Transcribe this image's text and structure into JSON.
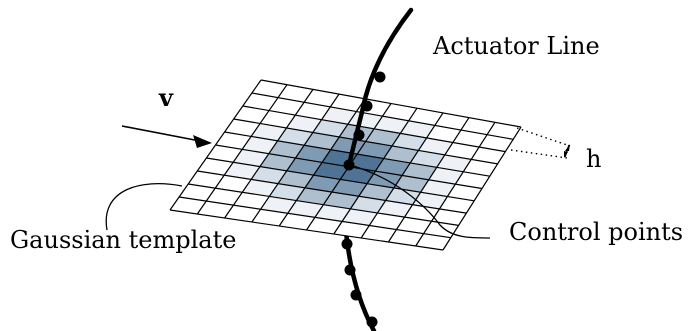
{
  "labels": {
    "actuator_line": "Actuator Line",
    "velocity": "v",
    "cell_size": "h",
    "template": "Gaussian template",
    "control_points": "Control points"
  },
  "colors": {
    "stroke": "#000000",
    "background": "#ffffff",
    "template_shades": [
      "#ffffff",
      "#eef2f6",
      "#d3dee8",
      "#aebfcf",
      "#7f9ab3",
      "#4f7394",
      "#2c5275"
    ]
  }
}
